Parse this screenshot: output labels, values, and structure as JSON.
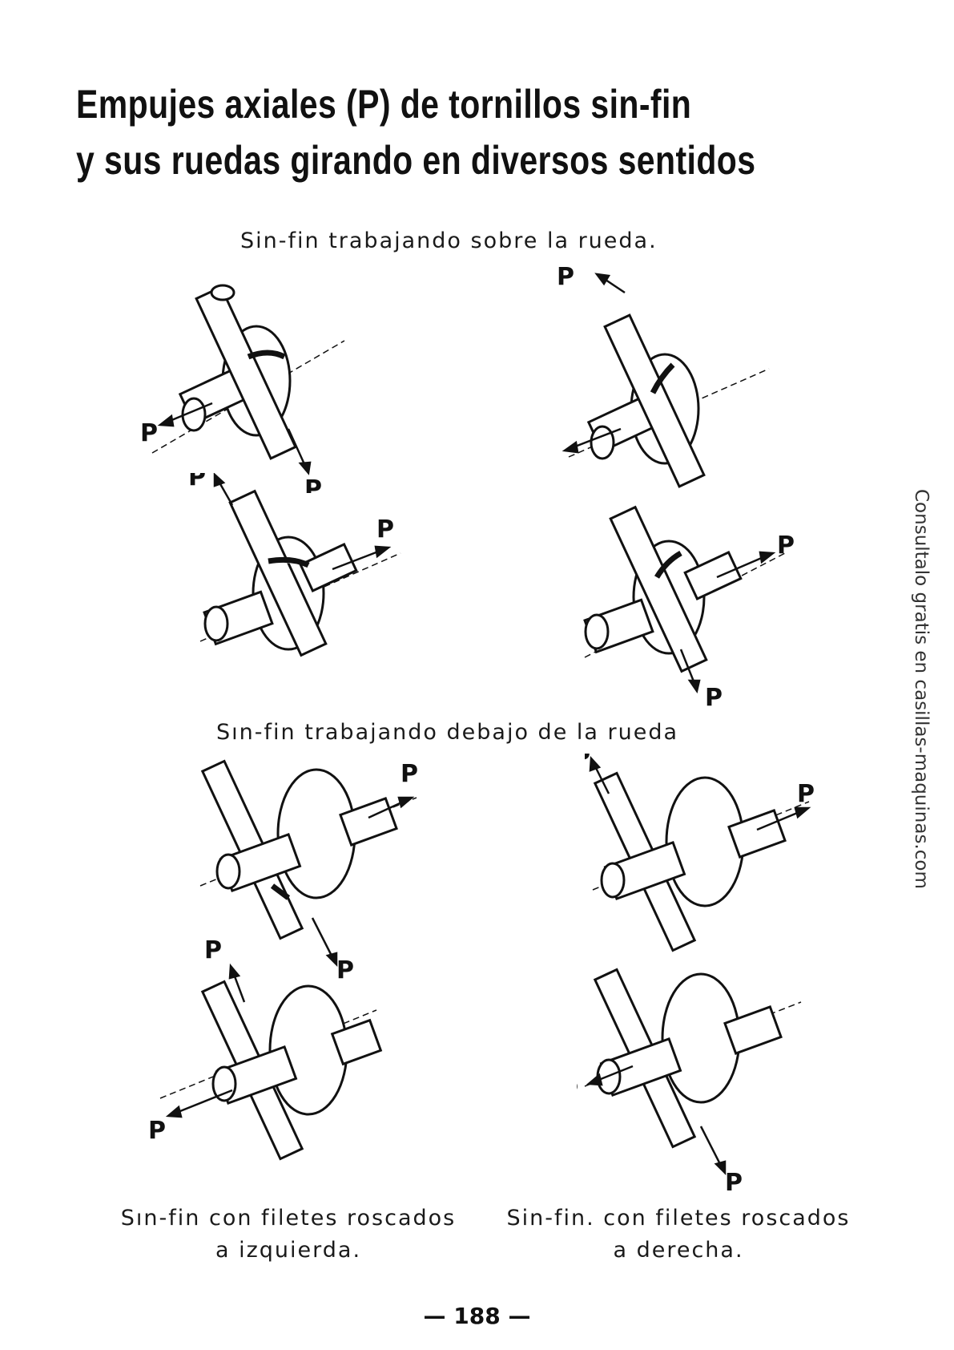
{
  "title": {
    "line1": "Empujes axiales (P) de tornillos sin-fin",
    "line2": "y sus ruedas girando en diversos sentidos"
  },
  "captions": {
    "top": "Sin-fin trabajando sobre la rueda.",
    "middle": "Sın-fin trabajando debajo de la rueda",
    "left_line1": "Sın-fin con filetes roscados",
    "left_line2": "a izquierda.",
    "right_line1": "Sin-fin. con filetes roscados",
    "right_line2": "a derecha."
  },
  "force_label": "P",
  "page_number": "— 188 —",
  "side_note": "Consultalo gratis en casillas-maquinas.com",
  "colors": {
    "ink": "#111111",
    "paper": "#ffffff"
  }
}
